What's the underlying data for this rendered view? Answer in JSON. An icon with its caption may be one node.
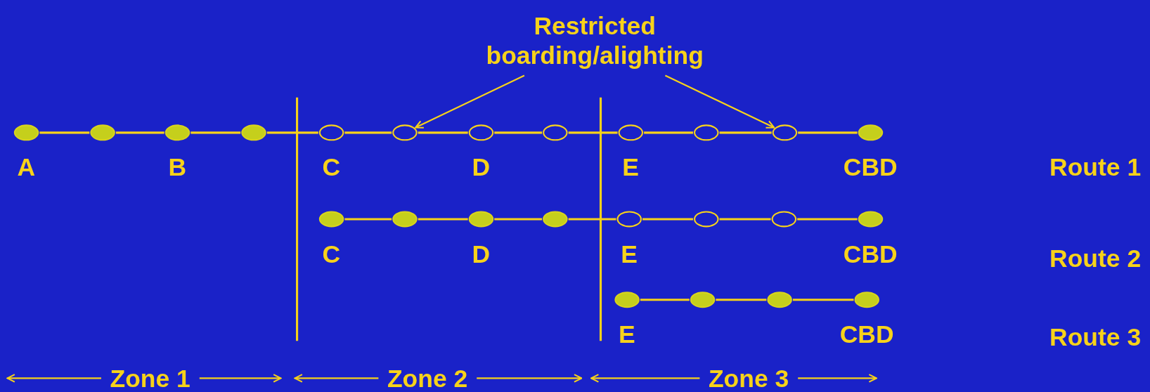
{
  "diagram": {
    "nodes": [
      {
        "text": [
          "Restricted boarding/alighting"
        ]
      },
      {
        "text": [],
        "shape": "ellipse",
        "beside": [
          "A"
        ]
      },
      {
        "text": [],
        "shape": "ellipse"
      },
      {
        "text": [],
        "shape": "ellipse",
        "beside": [
          "B"
        ]
      },
      {
        "text": [],
        "shape": "ellipse"
      },
      {
        "text": [],
        "shape": "ellipse",
        "beside": [
          "C"
        ]
      },
      {
        "text": [],
        "shape": "ellipse"
      },
      {
        "text": [],
        "shape": "ellipse",
        "beside": [
          "D"
        ]
      },
      {
        "text": [],
        "shape": "ellipse"
      },
      {
        "text": [],
        "shape": "ellipse",
        "beside": [
          "E"
        ]
      },
      {
        "text": [],
        "shape": "ellipse"
      },
      {
        "text": [],
        "shape": "ellipse"
      },
      {
        "text": [],
        "shape": "ellipse",
        "beside": [
          "CBD"
        ]
      },
      {
        "text": [],
        "shape": "ellipse",
        "beside": [
          "C"
        ]
      },
      {
        "text": [],
        "shape": "ellipse"
      },
      {
        "text": [],
        "shape": "ellipse",
        "beside": [
          "D"
        ]
      },
      {
        "text": [],
        "shape": "ellipse"
      },
      {
        "text": [],
        "shape": "ellipse",
        "beside": [
          "E"
        ]
      },
      {
        "text": [],
        "shape": "ellipse"
      },
      {
        "text": [],
        "shape": "ellipse"
      },
      {
        "text": [],
        "shape": "ellipse",
        "beside": [
          "CBD"
        ]
      },
      {
        "text": [],
        "shape": "ellipse",
        "beside": [
          "E"
        ]
      },
      {
        "text": [],
        "shape": "ellipse"
      },
      {
        "text": [],
        "shape": "ellipse"
      },
      {
        "text": [],
        "shape": "ellipse",
        "beside": [
          "CBD"
        ]
      }
    ],
    "edges": [
      {
        "from": 0,
        "to": 6,
        "arrow": "to"
      },
      {
        "from": 0,
        "to": 11,
        "arrow": "to"
      },
      {
        "from": 1,
        "to": 2,
        "arrow": "none"
      },
      {
        "from": 2,
        "to": 3,
        "arrow": "none"
      },
      {
        "from": 3,
        "to": 4,
        "arrow": "none"
      },
      {
        "from": 4,
        "to": 5,
        "arrow": "none"
      },
      {
        "from": 5,
        "to": 6,
        "arrow": "none"
      },
      {
        "from": 6,
        "to": 7,
        "arrow": "none"
      },
      {
        "from": 7,
        "to": 8,
        "arrow": "none"
      },
      {
        "from": 8,
        "to": 9,
        "arrow": "none"
      },
      {
        "from": 9,
        "to": 10,
        "arrow": "none"
      },
      {
        "from": 10,
        "to": 11,
        "arrow": "none"
      },
      {
        "from": 11,
        "to": 12,
        "arrow": "none"
      },
      {
        "from": 13,
        "to": 14,
        "arrow": "none"
      },
      {
        "from": 14,
        "to": 15,
        "arrow": "none"
      },
      {
        "from": 15,
        "to": 16,
        "arrow": "none"
      },
      {
        "from": 16,
        "to": 17,
        "arrow": "none"
      },
      {
        "from": 17,
        "to": 18,
        "arrow": "none"
      },
      {
        "from": 18,
        "to": 19,
        "arrow": "none"
      },
      {
        "from": 19,
        "to": 20,
        "arrow": "none"
      },
      {
        "from": 21,
        "to": 22,
        "arrow": "none"
      },
      {
        "from": 22,
        "to": 23,
        "arrow": "none"
      },
      {
        "from": 23,
        "to": 24,
        "arrow": "none"
      }
    ],
    "labels": [
      "Route 1",
      "Route 2",
      "Route 3",
      "Zone 1",
      "Zone 2",
      "Zone 3"
    ]
  }
}
